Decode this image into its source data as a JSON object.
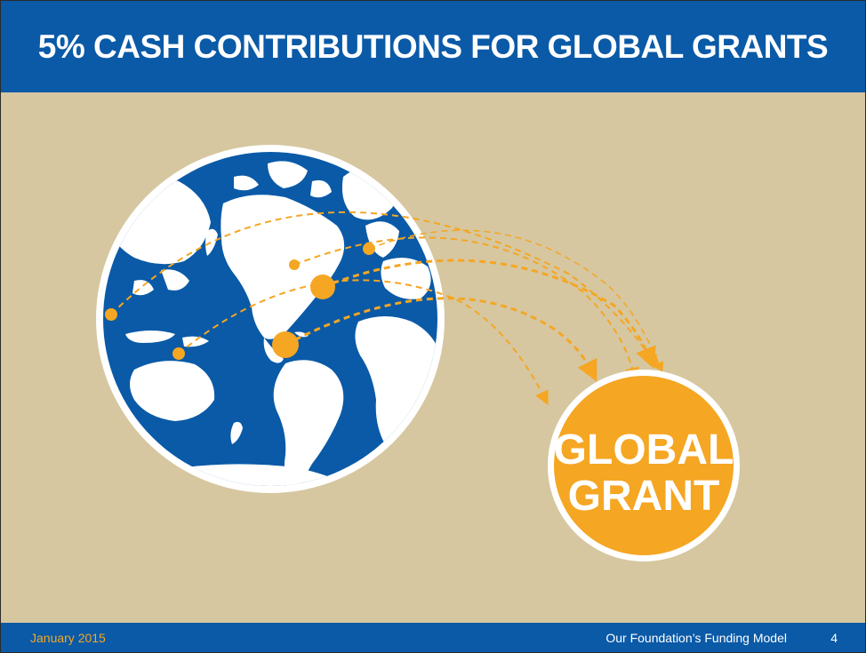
{
  "slide": {
    "title": "5% CASH CONTRIBUTIONS FOR GLOBAL GRANTS",
    "badge": {
      "line1": "GLOBAL",
      "line2": "GRANT"
    },
    "footer": {
      "date": "January 2015",
      "subject": "Our Foundation’s Funding Model",
      "page_number": "4"
    }
  },
  "colors": {
    "brand_blue": "#0a5aa7",
    "accent_orange": "#f5a623",
    "background_tan": "#d6c7a0",
    "white": "#ffffff"
  }
}
